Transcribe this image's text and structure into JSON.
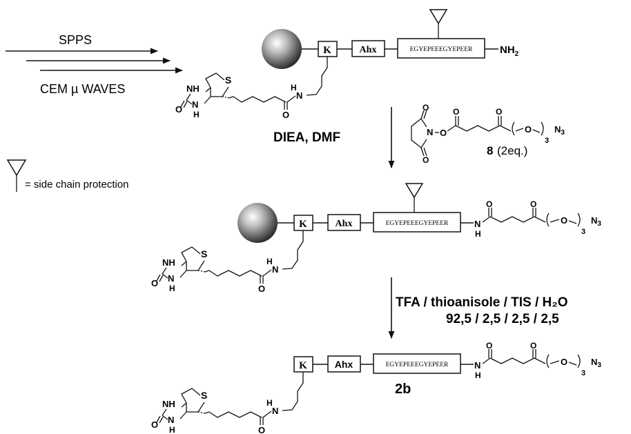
{
  "conditions": {
    "spps": "SPPS",
    "microwave": "CEM µ WAVES",
    "step1": "DIEA, DMF",
    "step2_line1": "TFA / thioanisole / TIS / H₂O",
    "step2_line2": "92,5 / 2,5 / 2,5 / 2,5"
  },
  "legend": {
    "text": "= side chain protection"
  },
  "residues": {
    "lys": "K",
    "ahx": "Ahx",
    "peptide": "EGYEPEEEGYEPEER"
  },
  "groups": {
    "amine": "NH",
    "amine_sub": "2",
    "azide": "N",
    "azide_sub": "3",
    "peg_repeat": "3",
    "o": "O",
    "s": "S",
    "h": "H",
    "n": "N",
    "nh": "NH"
  },
  "compounds": {
    "reagent_label": "8",
    "reagent_eq": "(2eq.)",
    "product_label": "2b"
  }
}
